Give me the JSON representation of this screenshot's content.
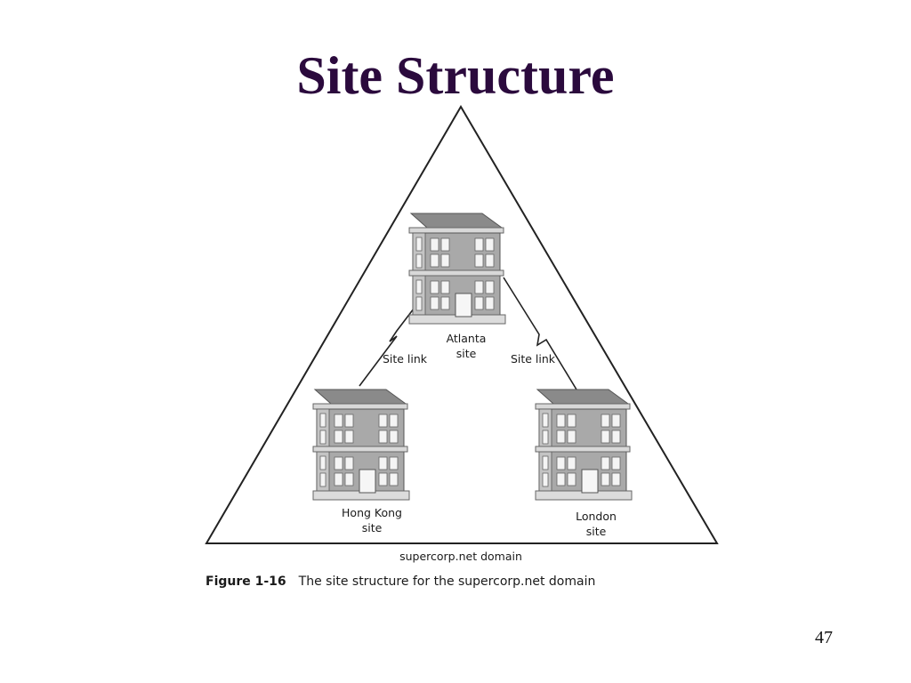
{
  "slide": {
    "title": "Site Structure",
    "page_number": "47"
  },
  "diagram": {
    "domain_label": "supercorp.net domain",
    "sites": [
      {
        "line1": "Atlanta",
        "line2": "site"
      },
      {
        "line1": "Hong Kong",
        "line2": "site"
      },
      {
        "line1": "London",
        "line2": "site"
      }
    ],
    "links": [
      {
        "label": "Site link"
      },
      {
        "label": "Site link"
      }
    ]
  },
  "caption": {
    "figure": "Figure 1-16",
    "text": "The site structure for the supercorp.net domain"
  }
}
